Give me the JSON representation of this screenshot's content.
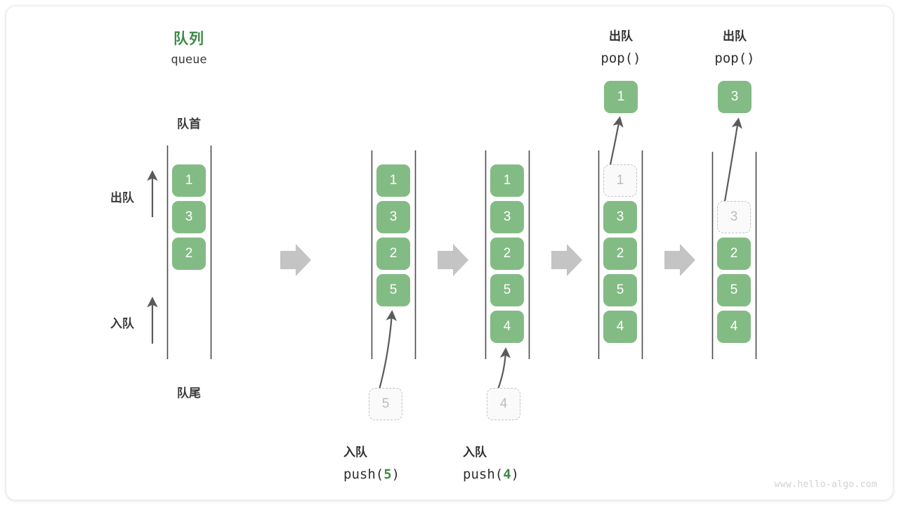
{
  "diagram": {
    "title_cn": "队列",
    "title_en": "queue",
    "head_label": "队首",
    "tail_label": "队尾",
    "dequeue_label": "出队",
    "enqueue_label": "入队",
    "watermark": "www.hello-algo.com",
    "accent_green": "#83bb84",
    "title_green": "#3f8a46",
    "ghost_gray": "#bcbcbc",
    "arrow_gray": "#5a5a5a",
    "block_arrow_gray": "#c4c4c4"
  },
  "stages": [
    {
      "id": "initial",
      "caption_cn": "",
      "caption_code": "",
      "cells": [
        {
          "value": "1",
          "state": "filled"
        },
        {
          "value": "3",
          "state": "filled"
        },
        {
          "value": "2",
          "state": "filled"
        }
      ]
    },
    {
      "id": "push5",
      "caption_cn": "入队",
      "caption_code_prefix": "push(",
      "caption_code_value": "5",
      "caption_code_suffix": ")",
      "incoming": "5",
      "cells": [
        {
          "value": "1",
          "state": "filled"
        },
        {
          "value": "3",
          "state": "filled"
        },
        {
          "value": "2",
          "state": "filled"
        },
        {
          "value": "5",
          "state": "filled"
        }
      ]
    },
    {
      "id": "push4",
      "caption_cn": "入队",
      "caption_code_prefix": "push(",
      "caption_code_value": "4",
      "caption_code_suffix": ")",
      "incoming": "4",
      "cells": [
        {
          "value": "1",
          "state": "filled"
        },
        {
          "value": "3",
          "state": "filled"
        },
        {
          "value": "2",
          "state": "filled"
        },
        {
          "value": "5",
          "state": "filled"
        },
        {
          "value": "4",
          "state": "filled"
        }
      ]
    },
    {
      "id": "pop1",
      "caption_cn": "出队",
      "caption_code": "pop()",
      "popped": "1",
      "cells": [
        {
          "value": "1",
          "state": "ghost"
        },
        {
          "value": "3",
          "state": "filled"
        },
        {
          "value": "2",
          "state": "filled"
        },
        {
          "value": "5",
          "state": "filled"
        },
        {
          "value": "4",
          "state": "filled"
        }
      ]
    },
    {
      "id": "pop3",
      "caption_cn": "出队",
      "caption_code": "pop()",
      "popped": "3",
      "cells": [
        {
          "value": "3",
          "state": "ghost"
        },
        {
          "value": "2",
          "state": "filled"
        },
        {
          "value": "5",
          "state": "filled"
        },
        {
          "value": "4",
          "state": "filled"
        }
      ]
    }
  ]
}
